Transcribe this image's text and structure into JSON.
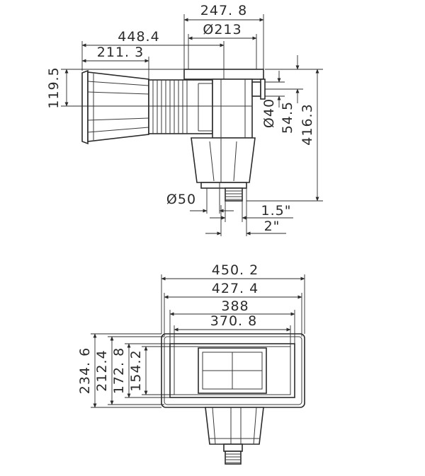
{
  "side_view": {
    "dim_total_width": "247. 8",
    "dim_flange_dia": "Ø213",
    "dim_depth": "448.4",
    "dim_mouth_depth": "211. 3",
    "dim_mouth_offset": "119.5",
    "dim_side_port": "Ø40",
    "dim_port_height": "54.5",
    "dim_total_height": "416.3",
    "dim_bottom_port": "Ø50",
    "dim_thread_small": "1.5\"",
    "dim_thread_large": "2\""
  },
  "front_view": {
    "dim_outer_width": "450. 2",
    "dim_frame_width": "427. 4",
    "dim_opening_width": "388",
    "dim_inner_width": "370. 8",
    "dim_outer_height": "234. 6",
    "dim_frame_height": "212.4",
    "dim_opening_height": "172. 8",
    "dim_inner_height": "154.2"
  },
  "colors": {
    "line": "#2b2b2b",
    "background": "#ffffff"
  }
}
